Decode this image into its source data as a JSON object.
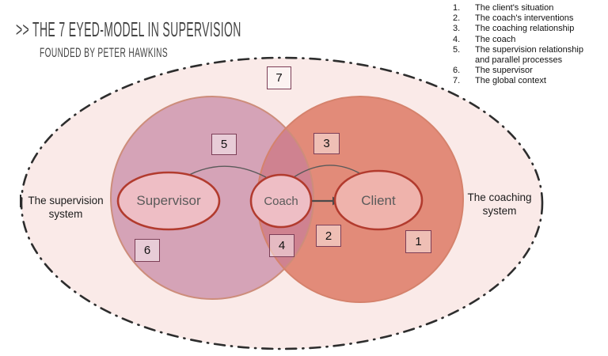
{
  "title": ">> The 7 eyed-model in supervision",
  "subtitle": "founded by Peter Hawkins",
  "legend": {
    "items": [
      {
        "num": "1.",
        "text": "The client's situation"
      },
      {
        "num": "2.",
        "text": "The coach's interventions"
      },
      {
        "num": "3.",
        "text": "The coaching relationship"
      },
      {
        "num": "4.",
        "text": "The coach"
      },
      {
        "num": "5.",
        "text": "The supervision relationship and parallel processes"
      },
      {
        "num": "6.",
        "text": "The supervisor"
      },
      {
        "num": "7.",
        "text": "The global context"
      }
    ]
  },
  "diagram": {
    "systems": {
      "left": "The supervision system",
      "right": "The coaching system"
    },
    "nodes": {
      "supervisor": "Supervisor",
      "coach": "Coach",
      "client": "Client"
    },
    "badges": [
      {
        "label": "1"
      },
      {
        "label": "2"
      },
      {
        "label": "3"
      },
      {
        "label": "4"
      },
      {
        "label": "5"
      },
      {
        "label": "6"
      },
      {
        "label": "7"
      }
    ]
  },
  "colors": {
    "outer_fill": "#faeae8",
    "outer_stroke": "#2d2d2d",
    "left_circle_fill": "#d5a3b7",
    "left_circle_stroke": "#cd8d7b",
    "right_circle_fill": "#e28b79",
    "right_circle_stroke": "#d5826c",
    "overlap_fill": "#cf8290",
    "node_fill": "#eebec5",
    "node_fill_client": "#efb3ac",
    "node_stroke": "#b23b2e",
    "badge_border": "#7c3e57",
    "connector": "#5a5a5a",
    "arrow": "#4a4a4a"
  }
}
